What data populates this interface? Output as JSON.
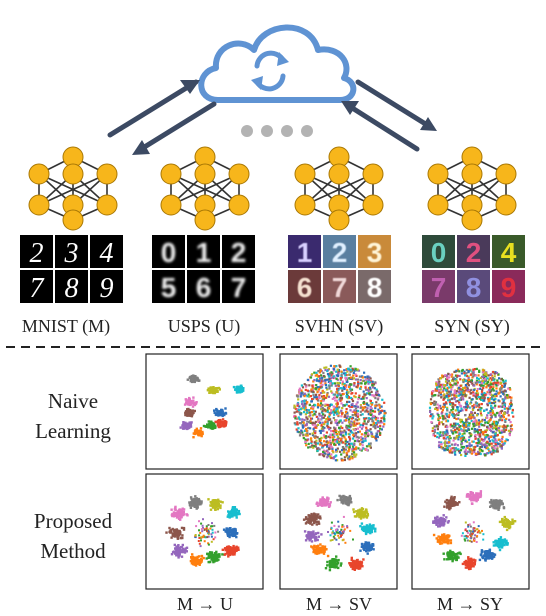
{
  "top": {
    "cloud_icon": "cloud-sync-icon",
    "more_indicator": "ellipsis-dots",
    "arrow_color": "#3c4a63",
    "cloud_color": "#5f93d3",
    "node_color": "#f7b61b"
  },
  "domains": [
    {
      "label": "MNIST (M)",
      "digits": [
        "2",
        "3",
        "4",
        "7",
        "8",
        "9"
      ],
      "style": "mnist"
    },
    {
      "label": "USPS (U)",
      "digits": [
        "0",
        "1",
        "2",
        "5",
        "6",
        "7"
      ],
      "style": "usps"
    },
    {
      "label": "SVHN (SV)",
      "digits": [
        "1",
        "2",
        "3",
        "6",
        "7",
        "8"
      ],
      "style": "svhn"
    },
    {
      "label": "SYN (SY)",
      "digits": [
        "0",
        "2",
        "4",
        "7",
        "8",
        "9"
      ],
      "style": "syn"
    }
  ],
  "rows": [
    {
      "label_line1": "Naive",
      "label_line2": "Learning"
    },
    {
      "label_line1": "Proposed",
      "label_line2": "Method"
    }
  ],
  "columns": [
    {
      "label": "M → U"
    },
    {
      "label": "M → SV"
    },
    {
      "label": "M → SY"
    }
  ],
  "cluster_colors": [
    "#2c6fbb",
    "#e8452c",
    "#33a02c",
    "#ff7f0e",
    "#9467bd",
    "#8c564b",
    "#e377c2",
    "#7f7f7f",
    "#bcbd22",
    "#17becf"
  ]
}
